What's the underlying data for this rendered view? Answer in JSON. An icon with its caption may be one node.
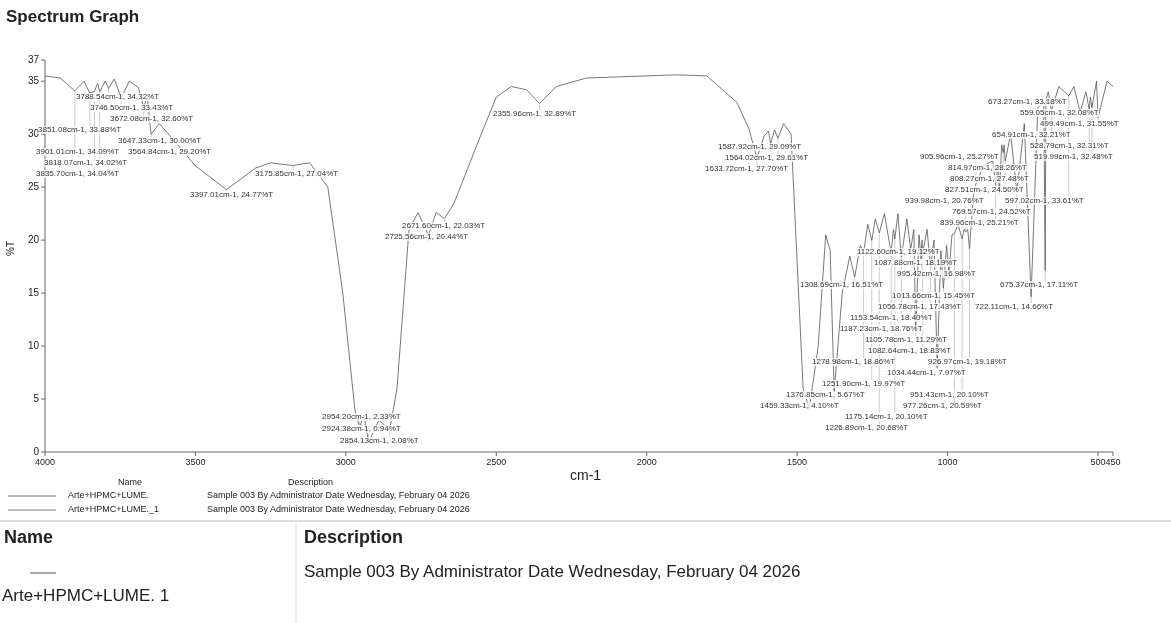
{
  "diagram": {
    "title": "Spectrum Graph",
    "chart_data": {
      "type": "line",
      "xlabel": "cm-1",
      "ylabel": "%T",
      "xlim": [
        4000,
        450
      ],
      "ylim": [
        0,
        37
      ],
      "xticks": [
        4000,
        3500,
        3000,
        2500,
        2000,
        1500,
        1000,
        500,
        450
      ],
      "yticks": [
        0,
        5,
        10,
        15,
        20,
        25,
        30,
        35,
        37
      ],
      "x": [
        4000,
        3950,
        3901.01,
        3870,
        3851.08,
        3835.7,
        3825,
        3818.07,
        3800,
        3788.54,
        3770,
        3746.5,
        3720,
        3690,
        3672.08,
        3660,
        3647.33,
        3620,
        3564.84,
        3500,
        3397.01,
        3300,
        3250,
        3175.85,
        3120,
        3060,
        3010,
        2970,
        2954.2,
        2940,
        2924.38,
        2890,
        2870,
        2854.13,
        2830,
        2790,
        2760,
        2725.56,
        2700,
        2671.6,
        2640,
        2550,
        2500,
        2450,
        2400,
        2355.96,
        2300,
        2200,
        2000,
        1900,
        1800,
        1700,
        1660,
        1633.72,
        1610,
        1595,
        1587.92,
        1575,
        1564.02,
        1545,
        1520,
        1500,
        1480,
        1459.33,
        1430,
        1405,
        1390,
        1376.85,
        1350,
        1325,
        1308.69,
        1290,
        1278.98,
        1265,
        1251.9,
        1240,
        1226.89,
        1210,
        1187.23,
        1180,
        1175.14,
        1165,
        1153.54,
        1135,
        1122.6,
        1112,
        1105.78,
        1095,
        1087.88,
        1085,
        1082.64,
        1068,
        1056.78,
        1045,
        1034.44,
        1022,
        1013.66,
        1003,
        995.42,
        985,
        977.26,
        965,
        951.43,
        945,
        939.98,
        933,
        926.97,
        915,
        905.96,
        880,
        850,
        839.96,
        833,
        827.51,
        820,
        814.97,
        812,
        808.27,
        790,
        769.57,
        745,
        722.11,
        700,
        680,
        675.37,
        673.27,
        665,
        654.91,
        630,
        597.02,
        580,
        559.05,
        540,
        528.79,
        525,
        519.99,
        505,
        499.49,
        470,
        450
      ],
      "series": [
        {
          "color": "#555555",
          "values": [
            35.5,
            35.3,
            34.09,
            35.0,
            33.88,
            34.04,
            34.8,
            34.02,
            35.0,
            34.32,
            35.2,
            33.43,
            35.0,
            34.4,
            32.6,
            33.5,
            30.0,
            31.0,
            29.2,
            27.0,
            24.77,
            26.8,
            27.3,
            27.04,
            27.3,
            25.0,
            15.0,
            4.0,
            2.33,
            3.5,
            0.94,
            3.0,
            2.5,
            2.08,
            6.0,
            21.0,
            22.6,
            20.44,
            22.6,
            22.03,
            23.5,
            30.0,
            33.5,
            34.5,
            34.2,
            32.89,
            34.5,
            35.3,
            35.5,
            35.6,
            35.5,
            33.0,
            30.5,
            27.7,
            29.8,
            30.3,
            29.09,
            30.4,
            29.61,
            31.0,
            30.0,
            18.0,
            6.0,
            4.1,
            10.0,
            20.5,
            19.0,
            5.67,
            15.0,
            18.5,
            16.51,
            19.5,
            18.86,
            21.5,
            19.97,
            22.0,
            20.68,
            22.5,
            18.76,
            21.0,
            20.1,
            22.5,
            18.4,
            22.0,
            19.12,
            21.0,
            11.29,
            20.5,
            18.19,
            20.0,
            18.83,
            21.0,
            17.43,
            20.0,
            7.97,
            19.0,
            15.45,
            19.5,
            16.98,
            20.5,
            20.59,
            21.5,
            20.1,
            21.0,
            20.76,
            21.0,
            19.18,
            24.0,
            25.27,
            27.0,
            27.5,
            25.21,
            27.0,
            24.5,
            29.0,
            28.26,
            29.0,
            27.48,
            30.0,
            24.52,
            31.0,
            14.66,
            32.5,
            33.0,
            17.11,
            33.18,
            34.0,
            32.21,
            34.5,
            33.61,
            34.5,
            32.08,
            34.0,
            32.31,
            33.5,
            32.48,
            35.0,
            31.55,
            35.0,
            34.5
          ]
        }
      ],
      "annotations": [
        {
          "x": 3788.54,
          "y": 34.32,
          "text": "3788.54cm-1, 34.32%T"
        },
        {
          "x": 3746.5,
          "y": 33.43,
          "text": "3746.50cm-1, 33.43%T"
        },
        {
          "x": 3672.08,
          "y": 32.6,
          "text": "3672.08cm-1, 32.60%T"
        },
        {
          "x": 3851.08,
          "y": 33.88,
          "text": "3851.08cm-1, 33.88%T"
        },
        {
          "x": 3647.33,
          "y": 30.0,
          "text": "3647.33cm-1, 30.00%T"
        },
        {
          "x": 3901.01,
          "y": 34.09,
          "text": "3901.01cm-1, 34.09%T"
        },
        {
          "x": 3564.84,
          "y": 29.2,
          "text": "3564.84cm-1, 29.20%T"
        },
        {
          "x": 3818.07,
          "y": 34.02,
          "text": "3818.07cm-1, 34.02%T"
        },
        {
          "x": 3835.7,
          "y": 34.04,
          "text": "3835.70cm-1, 34.04%T"
        },
        {
          "x": 3175.85,
          "y": 27.04,
          "text": "3175.85cm-1, 27.04%T"
        },
        {
          "x": 3397.01,
          "y": 24.77,
          "text": "3397.01cm-1, 24.77%T"
        },
        {
          "x": 2355.96,
          "y": 32.89,
          "text": "2355.96cm-1, 32.89%T"
        },
        {
          "x": 2671.6,
          "y": 22.03,
          "text": "2671.60cm-1, 22.03%T"
        },
        {
          "x": 2725.56,
          "y": 20.44,
          "text": "2725.56cm-1, 20.44%T"
        },
        {
          "x": 2954.2,
          "y": 2.33,
          "text": "2954.20cm-1, 2.33%T"
        },
        {
          "x": 2924.38,
          "y": 0.94,
          "text": "2924.38cm-1, 0.94%T"
        },
        {
          "x": 2854.13,
          "y": 2.08,
          "text": "2854.13cm-1, 2.08%T"
        },
        {
          "x": 1587.92,
          "y": 29.09,
          "text": "1587.92cm-1, 29.09%T"
        },
        {
          "x": 1564.02,
          "y": 29.61,
          "text": "1564.02cm-1, 29.61%T"
        },
        {
          "x": 1633.72,
          "y": 27.7,
          "text": "1633.72cm-1, 27.70%T"
        },
        {
          "x": 673.27,
          "y": 33.18,
          "text": "673.27cm-1, 33.18%T"
        },
        {
          "x": 559.05,
          "y": 32.08,
          "text": "559.05cm-1, 32.08%T"
        },
        {
          "x": 499.49,
          "y": 31.55,
          "text": "499.49cm-1, 31.55%T"
        },
        {
          "x": 654.91,
          "y": 32.21,
          "text": "654.91cm-1, 32.21%T"
        },
        {
          "x": 528.79,
          "y": 32.31,
          "text": "528.79cm-1, 32.31%T"
        },
        {
          "x": 519.99,
          "y": 32.48,
          "text": "519.99cm-1, 32.48%T"
        },
        {
          "x": 905.96,
          "y": 25.27,
          "text": "905.96cm-1, 25.27%T"
        },
        {
          "x": 814.97,
          "y": 28.26,
          "text": "814.97cm-1, 28.26%T"
        },
        {
          "x": 808.27,
          "y": 27.48,
          "text": "808.27cm-1, 27.48%T"
        },
        {
          "x": 827.51,
          "y": 24.5,
          "text": "827.51cm-1, 24.50%T"
        },
        {
          "x": 939.98,
          "y": 20.76,
          "text": "939.98cm-1, 20.76%T"
        },
        {
          "x": 597.02,
          "y": 33.61,
          "text": "597.02cm-1, 33.61%T"
        },
        {
          "x": 769.57,
          "y": 24.52,
          "text": "769.57cm-1, 24.52%T"
        },
        {
          "x": 839.96,
          "y": 25.21,
          "text": "839.96cm-1, 25.21%T"
        },
        {
          "x": 1122.6,
          "y": 19.12,
          "text": "1122.60cm-1, 19.12%T"
        },
        {
          "x": 1087.88,
          "y": 18.19,
          "text": "1087.88cm-1, 18.19%T"
        },
        {
          "x": 995.42,
          "y": 16.98,
          "text": "995.42cm-1, 16.98%T"
        },
        {
          "x": 1308.69,
          "y": 16.51,
          "text": "1308.69cm-1, 16.51%T"
        },
        {
          "x": 675.37,
          "y": 17.11,
          "text": "675.37cm-1, 17.11%T"
        },
        {
          "x": 1013.66,
          "y": 15.45,
          "text": "1013.66cm-1, 15.45%T"
        },
        {
          "x": 1056.78,
          "y": 17.43,
          "text": "1056.78cm-1, 17.43%T"
        },
        {
          "x": 722.11,
          "y": 14.66,
          "text": "722.11cm-1, 14.66%T"
        },
        {
          "x": 1153.54,
          "y": 18.4,
          "text": "1153.54cm-1, 18.40%T"
        },
        {
          "x": 1187.23,
          "y": 18.76,
          "text": "1187.23cm-1, 18.76%T"
        },
        {
          "x": 1105.78,
          "y": 11.29,
          "text": "1105.78cm-1, 11.29%T"
        },
        {
          "x": 1082.64,
          "y": 18.83,
          "text": "1082.64cm-1, 18.83%T"
        },
        {
          "x": 1278.98,
          "y": 18.86,
          "text": "1278.98cm-1, 18.86%T"
        },
        {
          "x": 926.97,
          "y": 19.18,
          "text": "926.97cm-1, 19.18%T"
        },
        {
          "x": 1034.44,
          "y": 7.97,
          "text": "1034.44cm-1, 7.97%T"
        },
        {
          "x": 1251.9,
          "y": 19.97,
          "text": "1251.90cm-1, 19.97%T"
        },
        {
          "x": 1376.85,
          "y": 5.67,
          "text": "1376.85cm-1, 5.67%T"
        },
        {
          "x": 951.43,
          "y": 20.1,
          "text": "951.43cm-1, 20.10%T"
        },
        {
          "x": 1459.33,
          "y": 4.1,
          "text": "1459.33cm-1, 4.10%T"
        },
        {
          "x": 977.26,
          "y": 20.59,
          "text": "977.26cm-1, 20.59%T"
        },
        {
          "x": 1175.14,
          "y": 20.1,
          "text": "1175.14cm-1, 20.10%T"
        },
        {
          "x": 1226.89,
          "y": 20.68,
          "text": "1226.89cm-1, 20.68%T"
        }
      ]
    },
    "legend": [
      {
        "text": "Arte+HPMC+LUME."
      },
      {
        "text": "Arte+HPMC+LUME._1"
      }
    ],
    "labels": [
      "Name",
      "Description",
      "Sample 003 By Administrator Date Wednesday, February 04 2026",
      "Sample 003 By Administrator Date Wednesday, February 04 2026",
      "Name",
      "Description",
      "Arte+HPMC+LUME. 1",
      "Sample 003 By Administrator Date Wednesday, February 04 2026"
    ]
  }
}
